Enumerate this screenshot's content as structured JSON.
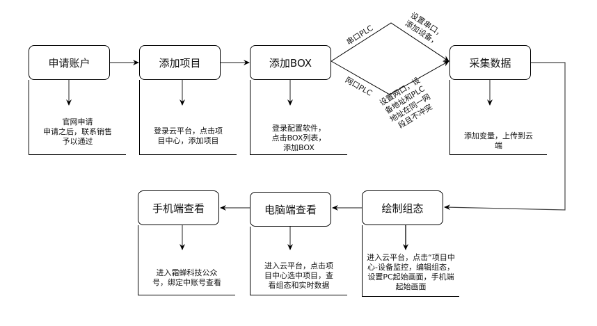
{
  "nodes": [
    {
      "id": "apply-account",
      "label": "申请账户",
      "note": "官网申请\n申请之后，联系销售\n予以通过"
    },
    {
      "id": "add-project",
      "label": "添加项目",
      "note": "登录云平台，点击项\n目中心，添加项目"
    },
    {
      "id": "add-box",
      "label": "添加BOX",
      "note": "登录配置软件，\n点击BOX列表，\n添加BOX"
    },
    {
      "id": "collect-data",
      "label": "采集数据",
      "note": "添加变量，上传到云\n端"
    },
    {
      "id": "draw-config",
      "label": "绘制组态",
      "note": "进入云平台，点击“项目中\n心-设备监控，编辑组态，\n设置PC起始画面，手机端\n起始画面"
    },
    {
      "id": "pc-view",
      "label": "电脑端查看",
      "note": "进入云平台，点击项\n目中心选中项目，查\n看组态和实时数据"
    },
    {
      "id": "mobile-view",
      "label": "手机端查看",
      "note": "进入霜蝉科技公众\n号，绑定中账号查看"
    }
  ],
  "branches": {
    "serial": {
      "label": "串口PLC",
      "note": "设置串口，\n添加设备，"
    },
    "ethernet": {
      "label": "网口PLC",
      "note": "设置网口，设\n备地址和PLC\n地址在同一网\n段且不冲突"
    }
  },
  "edges": [
    {
      "from": "apply-account",
      "to": "add-project"
    },
    {
      "from": "add-project",
      "to": "add-box"
    },
    {
      "from": "add-box",
      "to": "collect-data",
      "via": "serial"
    },
    {
      "from": "add-box",
      "to": "collect-data",
      "via": "ethernet"
    },
    {
      "from": "collect-data",
      "to": "draw-config"
    },
    {
      "from": "draw-config",
      "to": "pc-view"
    },
    {
      "from": "pc-view",
      "to": "mobile-view"
    }
  ],
  "colors": {
    "line": "#000000",
    "connector": "#555555",
    "text": "#111111",
    "background": "#ffffff"
  }
}
